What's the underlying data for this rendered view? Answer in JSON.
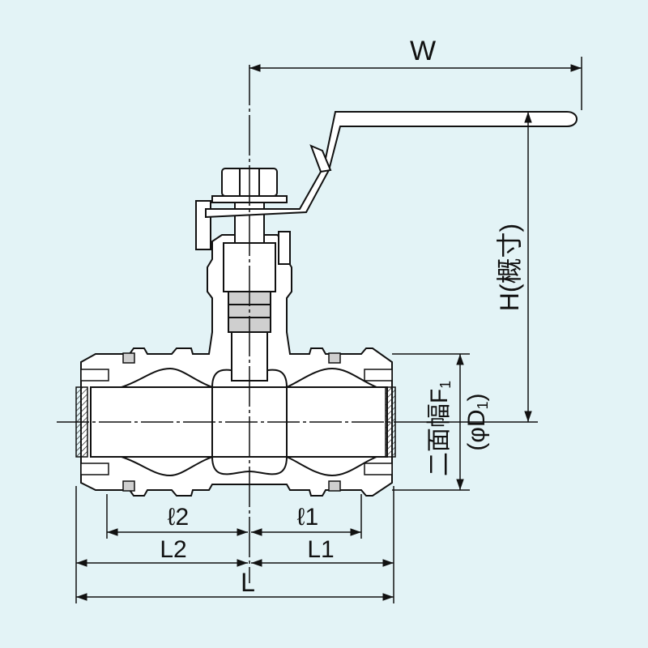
{
  "diagram": {
    "colors": {
      "background": "#e3f3f6",
      "line": "#111111",
      "body_fill": "#ffffff",
      "shade": "#cfcfcf"
    },
    "dimensions": {
      "W": "W",
      "H": "H(概寸)",
      "F1": "二面幅F",
      "F1_sub": "1",
      "D1": "(φD",
      "D1_sub": "1",
      "D1_close": ")",
      "l2": "ℓ2",
      "l1": "ℓ1",
      "L2": "L2",
      "L1": "L1",
      "L": "L"
    }
  }
}
